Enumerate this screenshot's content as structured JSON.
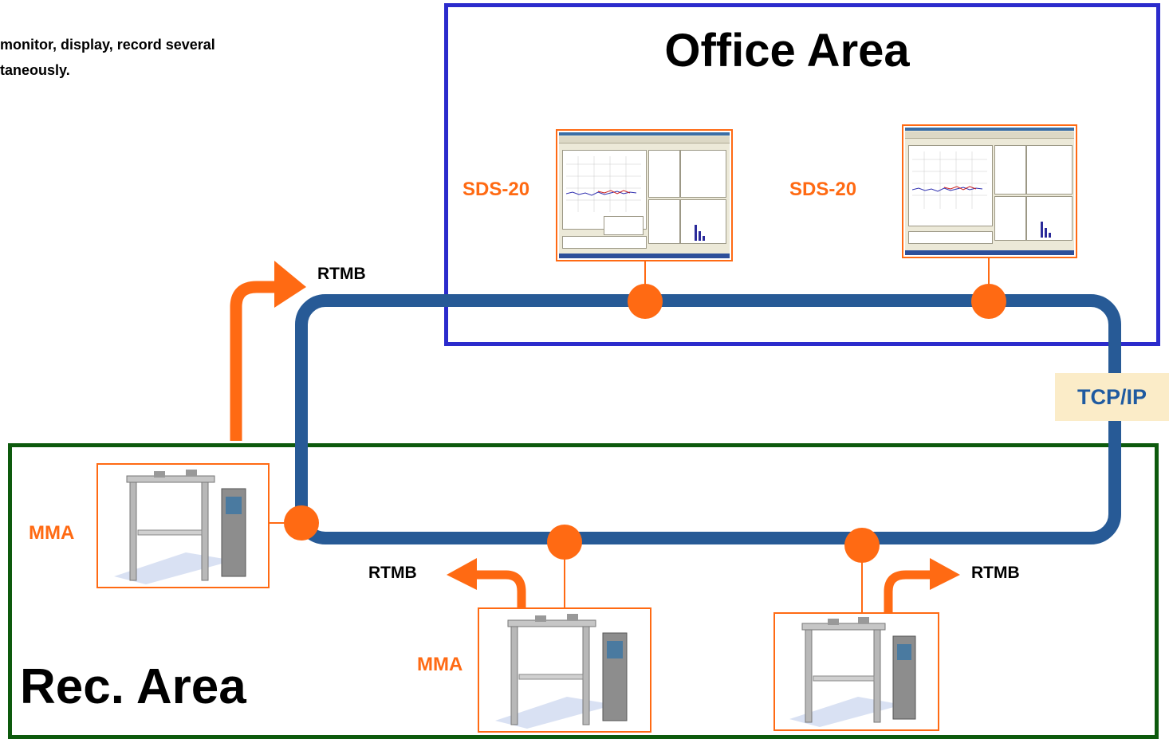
{
  "intro_text": " monitor, display, record several\ntaneously.",
  "office_area": {
    "title": "Office Area"
  },
  "rec_area": {
    "title": "Rec. Area"
  },
  "network_label": "TCP/IP",
  "workstations": [
    {
      "label": "SDS-20"
    },
    {
      "label": "SDS-20"
    }
  ],
  "machines": [
    {
      "label": "MMA",
      "flow_label": "RTMB"
    },
    {
      "label": "MMA",
      "flow_label": "RTMB"
    },
    {
      "label": "",
      "flow_label": "RTMB"
    }
  ],
  "colors": {
    "network": "#275a96",
    "accent": "#ff6a13",
    "office_border": "#2b2bcc",
    "rec_border": "#0d5a0d",
    "tcp_background": "#fbecc8"
  }
}
